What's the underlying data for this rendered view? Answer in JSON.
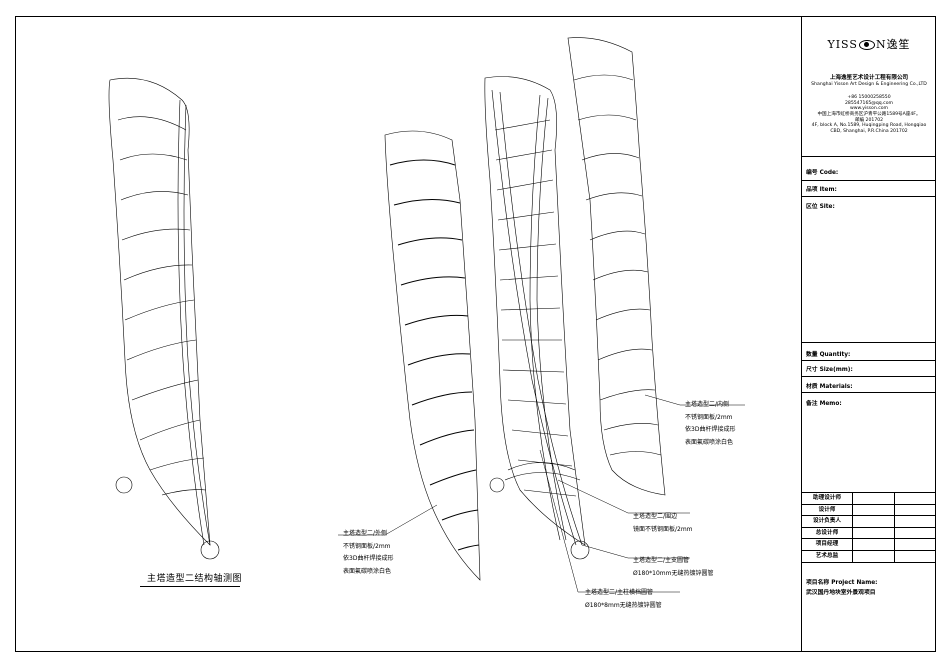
{
  "title_block": {
    "logo_left": "YISS",
    "logo_right": "N逸笙",
    "company_cn": "上海逸笙艺术设计工程有限公司",
    "company_en": "Shanghai Yisson Art Design & Engineering Co.,LTD",
    "phone": "+86 15000258550",
    "email": "285547165@qq.com",
    "web": "www.yisson.com",
    "address_cn": "中国上海市虹桥商务区沪青平公路1589号A座4F。",
    "postcode": "邮编 201702",
    "address_en_1": "4F, block A, No.1589, Huqingping Road, Hongqiao",
    "address_en_2": "CBD, Shanghai, P.R.China 201702",
    "code_label": "编号 Code:",
    "item_label": "品项 Item:",
    "site_label": "区位 Site:",
    "quantity_label": "数量 Quantity:",
    "size_label": "尺寸 Size(mm):",
    "material_label": "材质 Materials:",
    "memo_label": "备注 Memo:",
    "roles": [
      "助理设计师",
      "设计师",
      "设计负责人",
      "总设计师",
      "项目经理",
      "艺术总监"
    ],
    "project_label": "项目名称 Project Name:",
    "project_name": "武汉国丹地块室外景观项目"
  },
  "annotations": {
    "outer_skin": [
      "主塔造型二/外侧",
      "不锈钢面板/2mm",
      "依3D曲杆焊接成形",
      "表面氟碳喷涂白色"
    ],
    "edge": [
      "主塔造型二/围边",
      "镜面不锈钢面板/2mm"
    ],
    "main_pipe": [
      "主塔造型二/主支圆管",
      "Ø180*10mm无缝热镀锌圆管"
    ],
    "branch_pipe": [
      "主塔造型二/主柱横档圆管",
      "Ø180*8mm无缝热镀锌圆管"
    ],
    "inner_skin": [
      "主塔造型二/内侧",
      "不锈钢面板/2mm",
      "依3D曲杆焊接成形",
      "表面氟碳喷涂白色"
    ]
  },
  "drawing_title": "主塔造型二结构轴测图"
}
